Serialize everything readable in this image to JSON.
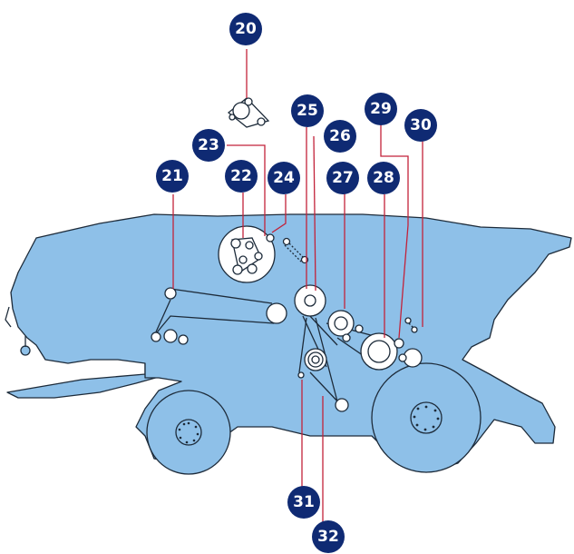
{
  "colors": {
    "machine_fill": "#8ec0e8",
    "machine_stroke": "#1d2b3a",
    "badge_fill": "#0f2a73",
    "leader_line": "#c2223a",
    "badge_text": "#ffffff"
  },
  "labels": {
    "l20": "20",
    "l21": "21",
    "l22": "22",
    "l23": "23",
    "l24": "24",
    "l25": "25",
    "l26": "26",
    "l27": "27",
    "l28": "28",
    "l29": "29",
    "l30": "30",
    "l31": "31",
    "l32": "32"
  }
}
